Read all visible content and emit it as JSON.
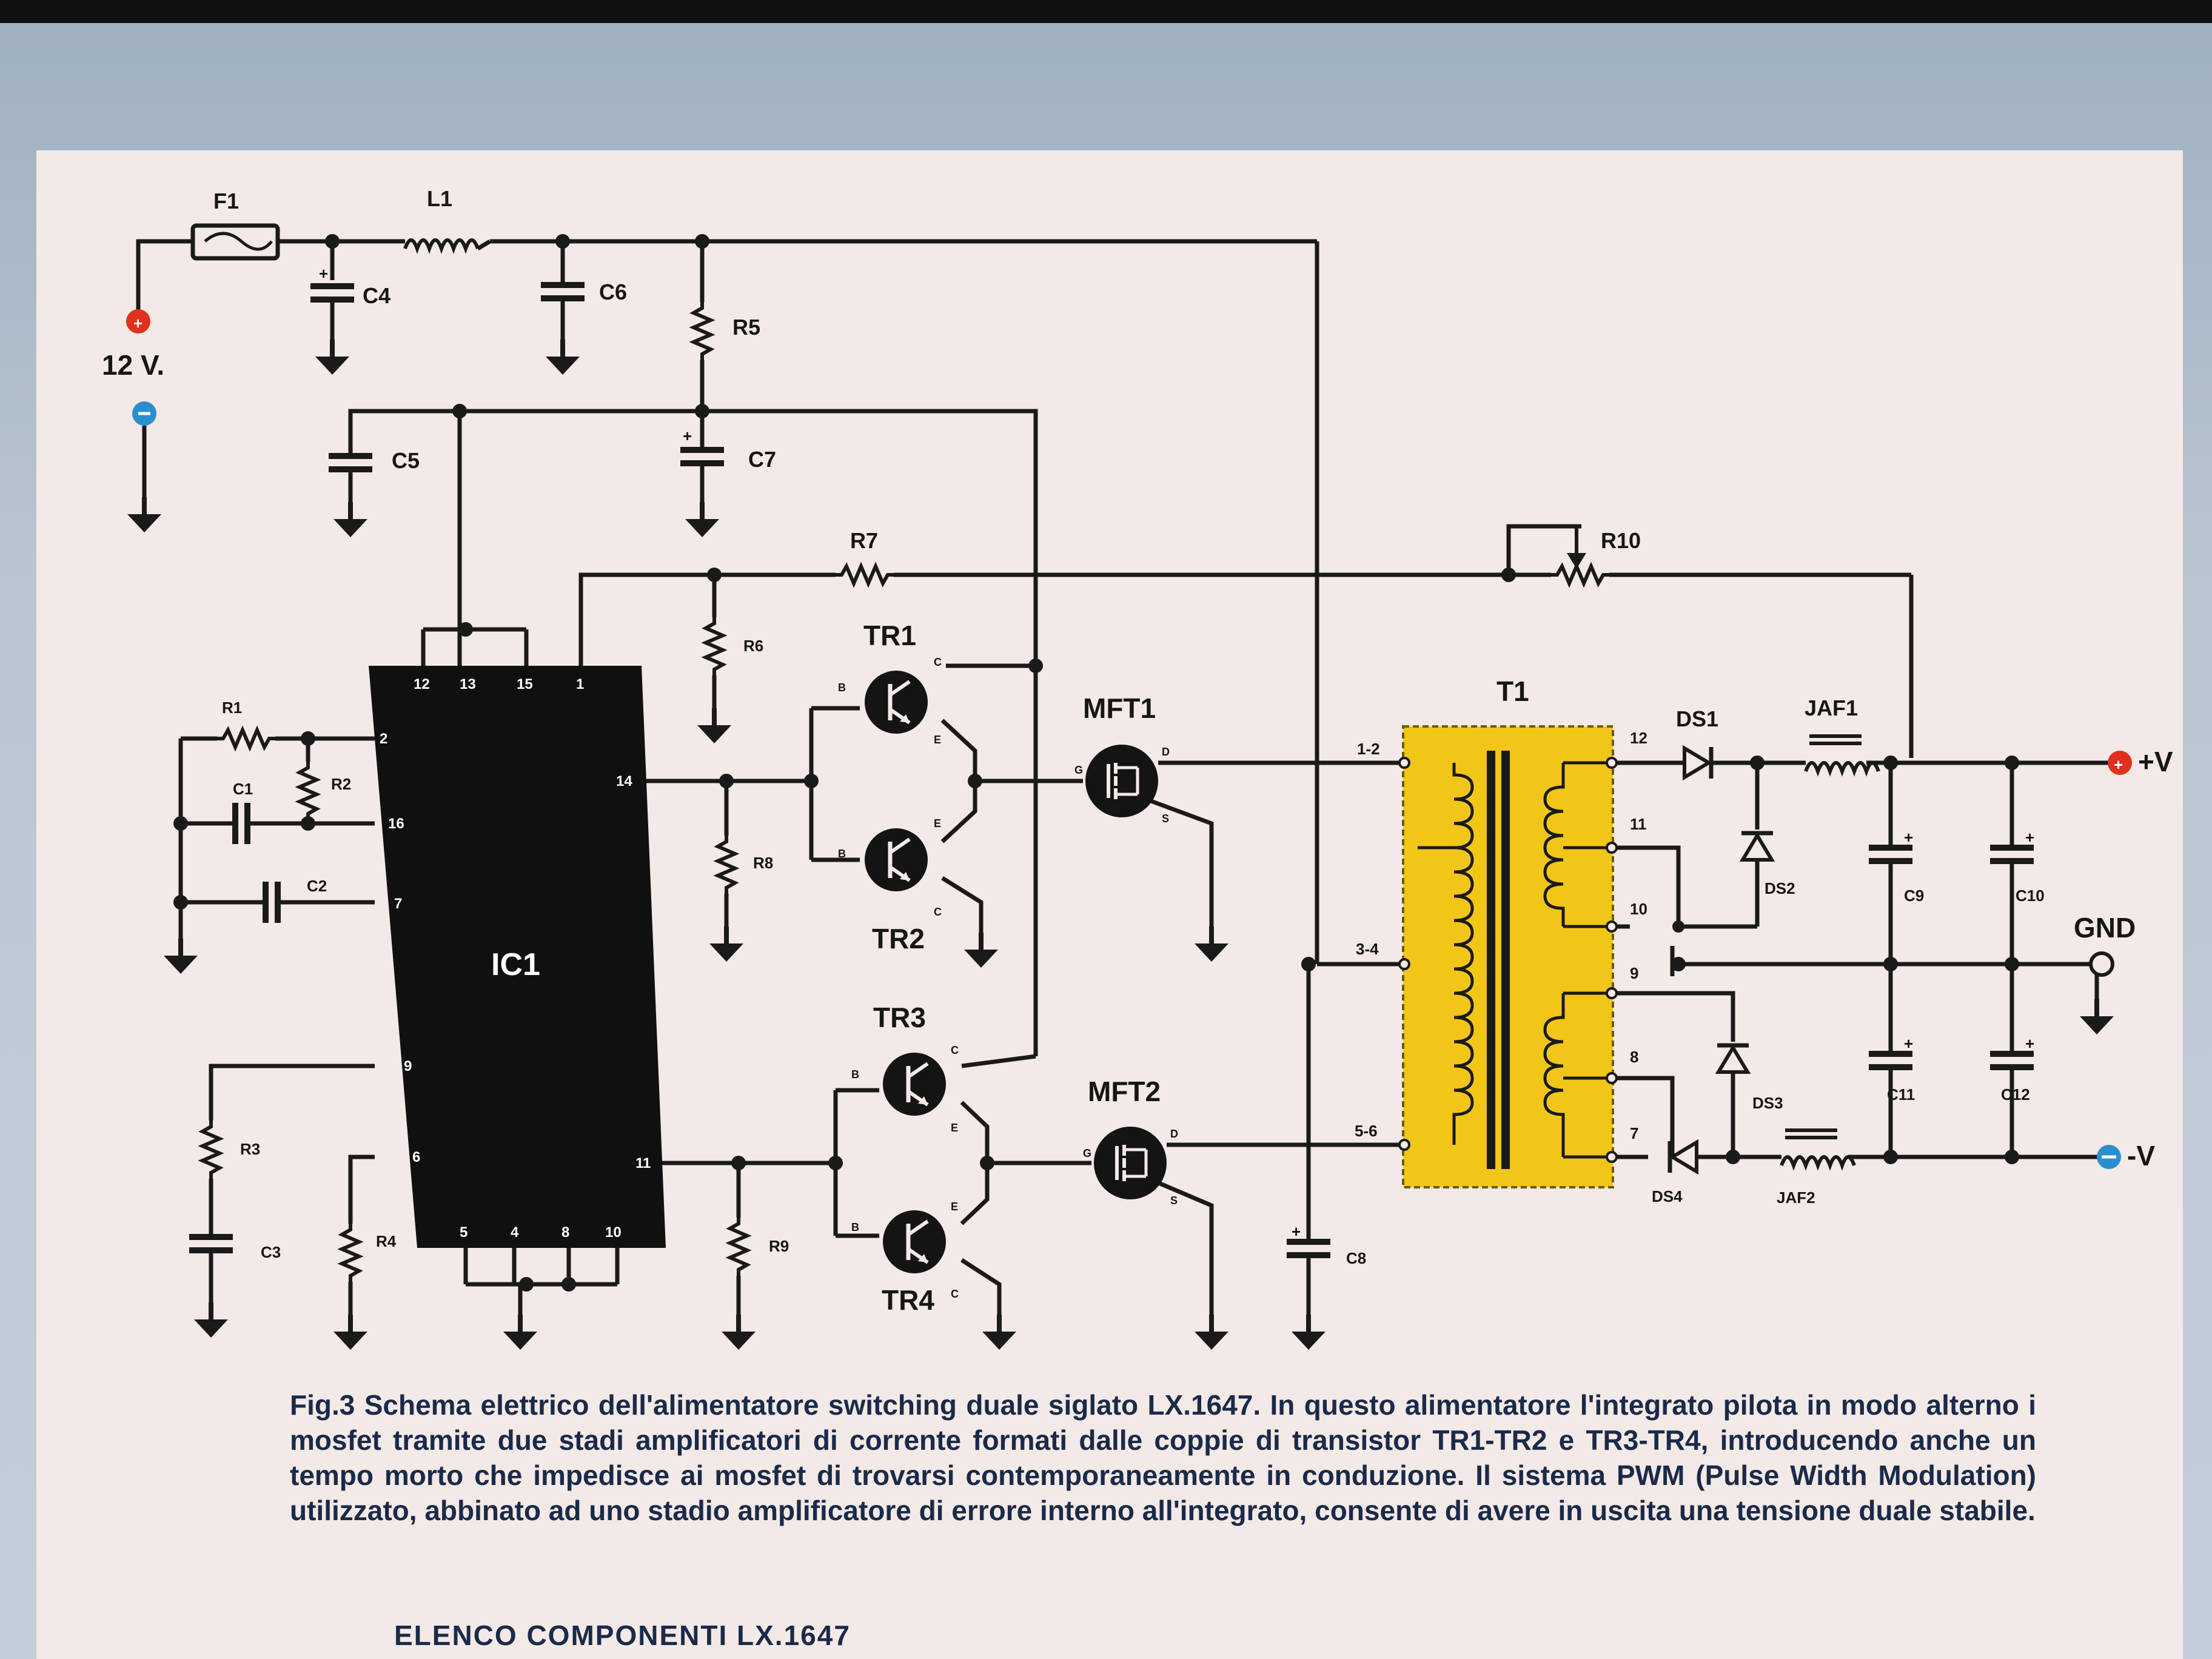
{
  "diagram": {
    "input": {
      "voltage_label": "12 V."
    },
    "components": {
      "F1": "F1",
      "L1": "L1",
      "C1": "C1",
      "C2": "C2",
      "C3": "C3",
      "C4": "C4",
      "C5": "C5",
      "C6": "C6",
      "C7": "C7",
      "C8": "C8",
      "C9": "C9",
      "C10": "C10",
      "C11": "C11",
      "C12": "C12",
      "R1": "R1",
      "R2": "R2",
      "R3": "R3",
      "R4": "R4",
      "R5": "R5",
      "R6": "R6",
      "R7": "R7",
      "R8": "R8",
      "R9": "R9",
      "R10": "R10",
      "IC1": "IC1",
      "TR1": "TR1",
      "TR2": "TR2",
      "TR3": "TR3",
      "TR4": "TR4",
      "MFT1": "MFT1",
      "MFT2": "MFT2",
      "T1": "T1",
      "DS1": "DS1",
      "DS2": "DS2",
      "DS3": "DS3",
      "DS4": "DS4",
      "JAF1": "JAF1",
      "JAF2": "JAF2"
    },
    "ic1_pins": {
      "p12": "12",
      "p13": "13",
      "p15": "15",
      "p1": "1",
      "p2": "2",
      "p16": "16",
      "p7": "7",
      "p14": "14",
      "p9": "9",
      "p6": "6",
      "p11": "11",
      "p5": "5",
      "p4": "4",
      "p8": "8",
      "p10": "10"
    },
    "t1_pins": {
      "p1_2": "1-2",
      "p3_4": "3-4",
      "p5_6": "5-6",
      "p12": "12",
      "p11": "11",
      "p10": "10",
      "p9": "9",
      "p8": "8",
      "p7": "7"
    },
    "transistor_pins": {
      "base": "B",
      "collector": "C",
      "emitter": "E"
    },
    "mosfet_pins": {
      "gate": "G",
      "drain": "D",
      "source": "S"
    },
    "outputs": {
      "pos_label": "+V",
      "gnd_label": "GND",
      "neg_label": "-V"
    },
    "colors": {
      "transformer_fill": "#f2c618",
      "ic_fill": "#101010",
      "wire": "#1a1a1a",
      "positive_terminal": "#e0301e",
      "negative_terminal": "#2a8fd0",
      "caption_text": "#1a2a4a"
    }
  },
  "caption": "Fig.3 Schema elettrico dell'alimentatore switching duale siglato LX.1647. In questo alimentatore l'integrato pilota in modo alterno i mosfet tramite due stadi amplificatori di corrente formati dalle coppie di transistor TR1-TR2 e TR3-TR4, introducendo anche un tempo morto che impedisce ai mosfet di trovarsi contemporaneamente in conduzione. Il sistema PWM (Pulse Width Modulation) utilizzato, abbinato ad uno stadio amplificatore di errore interno all'integrato, consente di avere in uscita una tensione duale stabile.",
  "components_heading": "ELENCO COMPONENTI LX.1647"
}
